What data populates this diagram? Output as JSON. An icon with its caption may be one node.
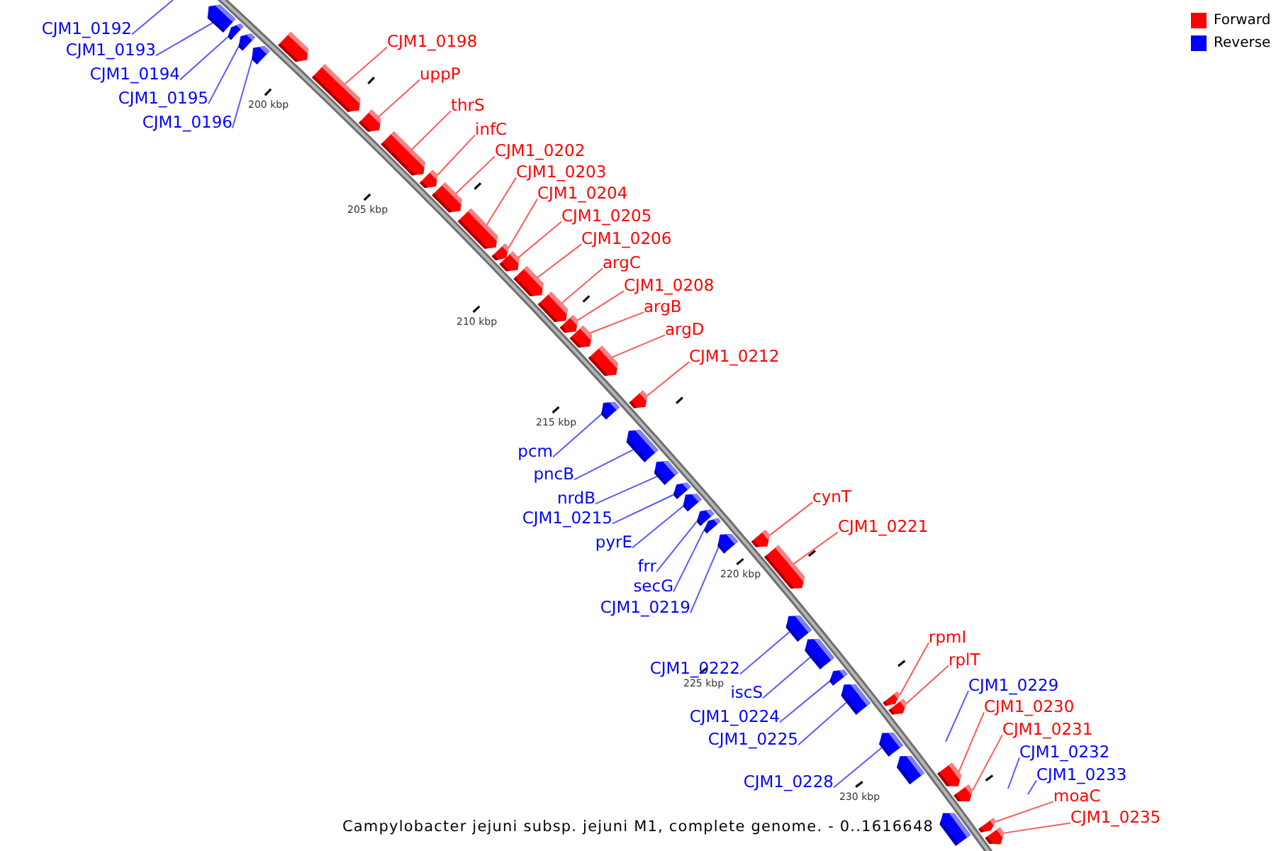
{
  "diagram": {
    "caption": "Campylobacter jejuni subsp. jejuni M1, complete genome. - 0..1616648",
    "nodes": [
      {
        "text": [
          "CJM1_0192"
        ]
      },
      {
        "text": [
          "CJM1_0193"
        ]
      },
      {
        "text": [],
        "shape": "bar"
      },
      {
        "text": [
          "CJM1_0194"
        ]
      },
      {
        "text": [],
        "shape": "bar"
      },
      {
        "text": [
          "CJM1_0195"
        ]
      },
      {
        "text": [],
        "shape": "bar"
      },
      {
        "text": [
          "CJM1_0196"
        ]
      },
      {
        "text": [],
        "shape": "bar"
      },
      {
        "text": [],
        "shape": "bar"
      },
      {
        "text": [
          "CJM1_0198"
        ]
      },
      {
        "text": [],
        "shape": "bar"
      },
      {
        "text": [
          "uppP"
        ]
      },
      {
        "text": [],
        "shape": "bar"
      },
      {
        "text": [
          "thrS"
        ]
      },
      {
        "text": [],
        "shape": "bar"
      },
      {
        "text": [
          "infC"
        ]
      },
      {
        "text": [],
        "shape": "bar"
      },
      {
        "text": [
          "CJM1_0202"
        ]
      },
      {
        "text": [],
        "shape": "bar"
      },
      {
        "text": [
          "CJM1_0203"
        ]
      },
      {
        "text": [],
        "shape": "bar"
      },
      {
        "text": [
          "CJM1_0204"
        ]
      },
      {
        "text": [],
        "shape": "bar"
      },
      {
        "text": [
          "CJM1_0205"
        ]
      },
      {
        "text": [],
        "shape": "bar"
      },
      {
        "text": [
          "CJM1_0206"
        ]
      },
      {
        "text": [],
        "shape": "bar"
      },
      {
        "text": [
          "argC"
        ]
      },
      {
        "text": [],
        "shape": "bar"
      },
      {
        "text": [
          "CJM1_0208"
        ]
      },
      {
        "text": [],
        "shape": "bar"
      },
      {
        "text": [
          "argB"
        ]
      },
      {
        "text": [],
        "shape": "bar"
      },
      {
        "text": [
          "argD"
        ]
      },
      {
        "text": [],
        "shape": "bar"
      },
      {
        "text": [
          "CJM1_0212"
        ]
      },
      {
        "text": [],
        "shape": "bar"
      },
      {
        "text": [
          "pcm"
        ]
      },
      {
        "text": [],
        "shape": "bar"
      },
      {
        "text": [
          "pncB"
        ]
      },
      {
        "text": [],
        "shape": "bar"
      },
      {
        "text": [
          "nrdB"
        ]
      },
      {
        "text": [],
        "shape": "bar"
      },
      {
        "text": [
          "CJM1_0215"
        ]
      },
      {
        "text": [],
        "shape": "bar"
      },
      {
        "text": [
          "pyrE"
        ]
      },
      {
        "text": [],
        "shape": "bar"
      },
      {
        "text": [
          "frr"
        ]
      },
      {
        "text": [],
        "shape": "bar"
      },
      {
        "text": [
          "secG"
        ]
      },
      {
        "text": [],
        "shape": "bar"
      },
      {
        "text": [
          "CJM1_0219"
        ]
      },
      {
        "text": [],
        "shape": "bar"
      },
      {
        "text": [
          "cynT"
        ]
      },
      {
        "text": [],
        "shape": "bar"
      },
      {
        "text": [
          "CJM1_0221"
        ]
      },
      {
        "text": [],
        "shape": "bar"
      },
      {
        "text": [
          "CJM1_0222"
        ]
      },
      {
        "text": [],
        "shape": "bar"
      },
      {
        "text": [
          "iscS"
        ]
      },
      {
        "text": [],
        "shape": "bar"
      },
      {
        "text": [
          "CJM1_0224"
        ]
      },
      {
        "text": [],
        "shape": "bar"
      },
      {
        "text": [
          "CJM1_0225"
        ]
      },
      {
        "text": [],
        "shape": "bar"
      },
      {
        "text": [
          "rpmI"
        ]
      },
      {
        "text": [],
        "shape": "bar"
      },
      {
        "text": [
          "rplT"
        ]
      },
      {
        "text": [],
        "shape": "bar"
      },
      {
        "text": [
          "CJM1_0229"
        ]
      },
      {
        "text": [
          "CJM1_0228"
        ]
      },
      {
        "text": [],
        "shape": "bar"
      },
      {
        "text": [],
        "shape": "bar"
      },
      {
        "text": [
          "CJM1_0230"
        ]
      },
      {
        "text": [],
        "shape": "bar"
      },
      {
        "text": [
          "CJM1_0231"
        ]
      },
      {
        "text": [],
        "shape": "bar"
      },
      {
        "text": [
          "CJM1_0232"
        ]
      },
      {
        "text": [
          "CJM1_0233"
        ]
      },
      {
        "text": [
          "moaC"
        ]
      },
      {
        "text": [],
        "shape": "bar"
      },
      {
        "text": [
          "CJM1_0235"
        ]
      },
      {
        "text": [],
        "shape": "bar"
      },
      {
        "text": [],
        "shape": "bar"
      }
    ],
    "edges": [
      {
        "from": 0,
        "to": null,
        "arrow": "none",
        "color": "#0000ff"
      },
      {
        "from": 1,
        "to": 2,
        "arrow": "none",
        "color": "#0000ff"
      },
      {
        "from": 3,
        "to": 4,
        "arrow": "none",
        "color": "#0000ff"
      },
      {
        "from": 5,
        "to": 6,
        "arrow": "none",
        "color": "#0000ff"
      },
      {
        "from": 7,
        "to": 8,
        "arrow": "none",
        "color": "#0000ff"
      },
      {
        "from": 10,
        "to": 11,
        "arrow": "none"
      },
      {
        "from": 12,
        "to": 13,
        "arrow": "none"
      },
      {
        "from": 14,
        "to": 15,
        "arrow": "none"
      },
      {
        "from": 16,
        "to": 17,
        "arrow": "none"
      },
      {
        "from": 18,
        "to": 19,
        "arrow": "none"
      },
      {
        "from": 20,
        "to": 21,
        "arrow": "none"
      },
      {
        "from": 22,
        "to": 23,
        "arrow": "none"
      },
      {
        "from": 24,
        "to": 25,
        "arrow": "none"
      },
      {
        "from": 26,
        "to": 27,
        "arrow": "none"
      },
      {
        "from": 28,
        "to": 29,
        "arrow": "none"
      },
      {
        "from": 30,
        "to": 31,
        "arrow": "none"
      },
      {
        "from": 32,
        "to": 33,
        "arrow": "none"
      },
      {
        "from": 34,
        "to": 35,
        "arrow": "none"
      },
      {
        "from": 36,
        "to": 37,
        "arrow": "none"
      },
      {
        "from": 38,
        "to": 39,
        "arrow": "none",
        "color": "#0000ff"
      },
      {
        "from": 40,
        "to": 41,
        "arrow": "none",
        "color": "#0000ff"
      },
      {
        "from": 42,
        "to": 43,
        "arrow": "none",
        "color": "#0000ff"
      },
      {
        "from": 44,
        "to": 45,
        "arrow": "none",
        "color": "#0000ff"
      },
      {
        "from": 46,
        "to": 47,
        "arrow": "none",
        "color": "#0000ff"
      },
      {
        "from": 48,
        "to": 49,
        "arrow": "none",
        "color": "#0000ff"
      },
      {
        "from": 50,
        "to": 51,
        "arrow": "none",
        "color": "#0000ff"
      },
      {
        "from": 52,
        "to": 53,
        "arrow": "none",
        "color": "#0000ff"
      },
      {
        "from": 54,
        "to": 55,
        "arrow": "none"
      },
      {
        "from": 56,
        "to": 57,
        "arrow": "none"
      },
      {
        "from": 58,
        "to": 59,
        "arrow": "none",
        "color": "#0000ff"
      },
      {
        "from": 60,
        "to": 61,
        "arrow": "none",
        "color": "#0000ff"
      },
      {
        "from": 62,
        "to": 63,
        "arrow": "none",
        "color": "#0000ff"
      },
      {
        "from": 64,
        "to": 65,
        "arrow": "none",
        "color": "#0000ff"
      },
      {
        "from": 66,
        "to": 67,
        "arrow": "none"
      },
      {
        "from": 68,
        "to": 69,
        "arrow": "none"
      },
      {
        "from": 70,
        "to": null,
        "arrow": "none",
        "color": "#0000ff"
      },
      {
        "from": 71,
        "to": 72,
        "arrow": "none",
        "color": "#0000ff"
      },
      {
        "from": 74,
        "to": 75,
        "arrow": "none"
      },
      {
        "from": 76,
        "to": 77,
        "arrow": "none"
      },
      {
        "from": 78,
        "to": null,
        "arrow": "none",
        "color": "#0000ff"
      },
      {
        "from": 79,
        "to": null,
        "arrow": "none",
        "color": "#0000ff"
      },
      {
        "from": 80,
        "to": 81,
        "arrow": "none"
      },
      {
        "from": 82,
        "to": 83,
        "arrow": "none"
      }
    ],
    "labels": [
      "200 kbp",
      "205 kbp",
      "210 kbp",
      "215 kbp",
      "220 kbp",
      "225 kbp",
      "230 kbp"
    ],
    "legend": [
      {
        "text": "Forward",
        "color": "#ff0000"
      },
      {
        "text": "Reverse",
        "color": "#0000ff"
      }
    ]
  }
}
